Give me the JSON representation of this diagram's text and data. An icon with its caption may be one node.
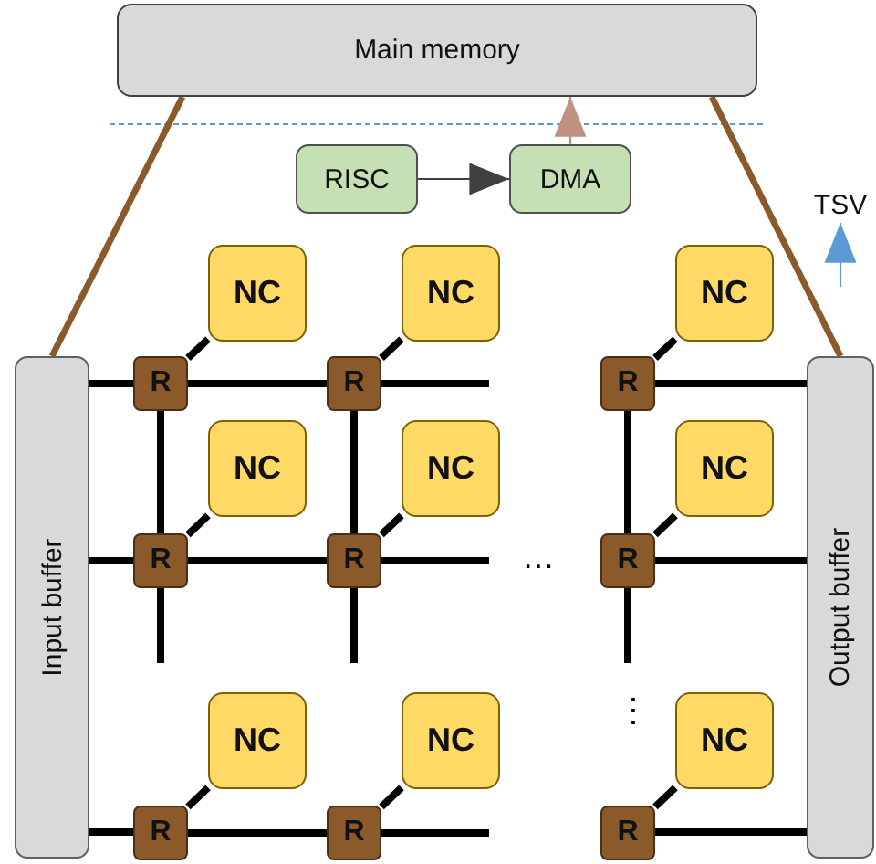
{
  "diagram": {
    "nodes": [
      {
        "text": [
          "Main memory"
        ]
      },
      {
        "text": [
          "RISC"
        ]
      },
      {
        "text": [
          "DMA"
        ]
      },
      {
        "text": [
          "TSV"
        ]
      },
      {
        "text": [
          "Input buffer"
        ]
      },
      {
        "text": [
          "Output buffer"
        ]
      },
      {
        "text": [
          "NC"
        ]
      },
      {
        "text": [
          "NC"
        ]
      },
      {
        "text": [
          "NC"
        ]
      },
      {
        "text": [
          "R"
        ]
      },
      {
        "text": [
          "R"
        ]
      },
      {
        "text": [
          "R"
        ]
      },
      {
        "text": [
          "NC"
        ]
      },
      {
        "text": [
          "NC"
        ]
      },
      {
        "text": [
          "NC"
        ]
      },
      {
        "text": [
          "R"
        ]
      },
      {
        "text": [
          "R"
        ]
      },
      {
        "text": [
          "R"
        ]
      },
      {
        "text": [
          "NC"
        ]
      },
      {
        "text": [
          "NC"
        ]
      },
      {
        "text": [
          "NC"
        ]
      },
      {
        "text": [
          "R"
        ]
      },
      {
        "text": [
          "R"
        ]
      },
      {
        "text": [
          "R"
        ]
      }
    ],
    "edges": [
      {
        "from": 0,
        "to": 4,
        "arrow": "none",
        "color": "#8b5a2b"
      },
      {
        "from": 0,
        "to": 5,
        "arrow": "none",
        "color": "#8b5a2b"
      },
      {
        "from": 1,
        "to": 2,
        "arrow": "to",
        "color": "#404040"
      },
      {
        "from": 2,
        "to": 0,
        "arrow": "to",
        "color": "#c09080"
      },
      {
        "from": null,
        "to": 3,
        "arrow": "to",
        "color": "#5b9bd5"
      },
      {
        "from": 9,
        "to": 6,
        "arrow": "none"
      },
      {
        "from": 10,
        "to": 7,
        "arrow": "none"
      },
      {
        "from": 11,
        "to": 8,
        "arrow": "none"
      },
      {
        "from": 15,
        "to": 12,
        "arrow": "none"
      },
      {
        "from": 16,
        "to": 13,
        "arrow": "none"
      },
      {
        "from": 17,
        "to": 14,
        "arrow": "none"
      },
      {
        "from": 21,
        "to": 18,
        "arrow": "none"
      },
      {
        "from": 22,
        "to": 19,
        "arrow": "none"
      },
      {
        "from": 23,
        "to": 20,
        "arrow": "none"
      },
      {
        "from": 4,
        "to": 9,
        "arrow": "none"
      },
      {
        "from": 9,
        "to": 10,
        "arrow": "none"
      },
      {
        "from": 10,
        "to": null,
        "arrow": "none"
      },
      {
        "from": 11,
        "to": 5,
        "arrow": "none"
      },
      {
        "from": 4,
        "to": 15,
        "arrow": "none"
      },
      {
        "from": 15,
        "to": 16,
        "arrow": "none"
      },
      {
        "from": 16,
        "to": null,
        "arrow": "none"
      },
      {
        "from": 17,
        "to": 5,
        "arrow": "none"
      },
      {
        "from": 4,
        "to": 21,
        "arrow": "none"
      },
      {
        "from": 21,
        "to": 22,
        "arrow": "none"
      },
      {
        "from": 22,
        "to": null,
        "arrow": "none"
      },
      {
        "from": 23,
        "to": 5,
        "arrow": "none"
      },
      {
        "from": 9,
        "to": 15,
        "arrow": "none"
      },
      {
        "from": 10,
        "to": 16,
        "arrow": "none"
      },
      {
        "from": 11,
        "to": 17,
        "arrow": "none"
      },
      {
        "from": 15,
        "to": null,
        "arrow": "none"
      },
      {
        "from": 16,
        "to": null,
        "arrow": "none"
      },
      {
        "from": 17,
        "to": null,
        "arrow": "none"
      }
    ],
    "labels": [
      "…",
      "⋮"
    ]
  }
}
